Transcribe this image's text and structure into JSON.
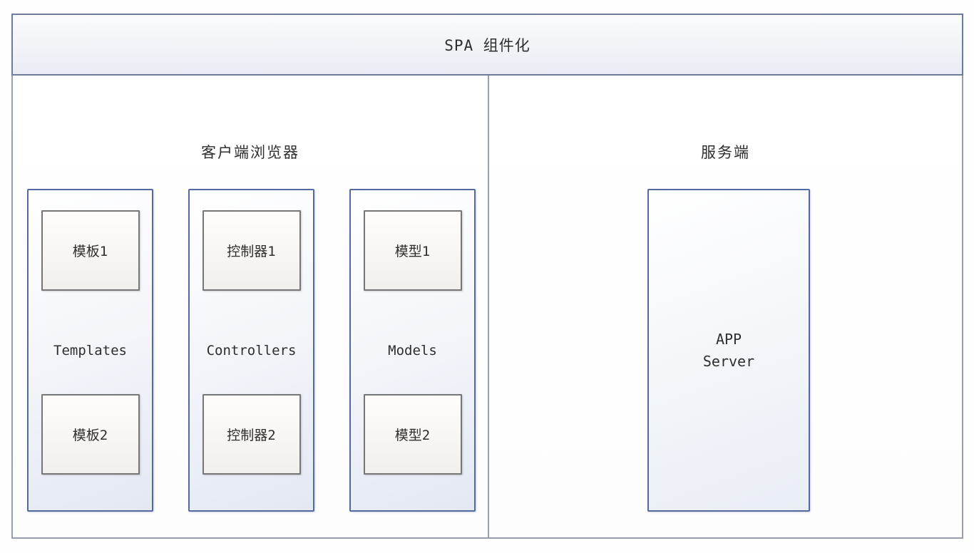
{
  "diagram": {
    "title": "SPA 组件化",
    "sections": {
      "client": {
        "label": "客户端浏览器",
        "columns": [
          {
            "name": "templates",
            "label": "Templates",
            "items": [
              "模板1",
              "模板2"
            ]
          },
          {
            "name": "controllers",
            "label": "Controllers",
            "items": [
              "控制器1",
              "控制器2"
            ]
          },
          {
            "name": "models",
            "label": "Models",
            "items": [
              "模型1",
              "模型2"
            ]
          }
        ]
      },
      "server": {
        "label": "服务端",
        "box_lines": [
          "APP",
          "Server"
        ]
      }
    },
    "colors": {
      "column_border": "#54699e",
      "inner_box_border": "#767676",
      "outer_border": "#979ea9",
      "title_bar_border": "#6f7b9c",
      "title_bar_background": "#f1f3f8",
      "text": "#2e2e2e"
    }
  }
}
